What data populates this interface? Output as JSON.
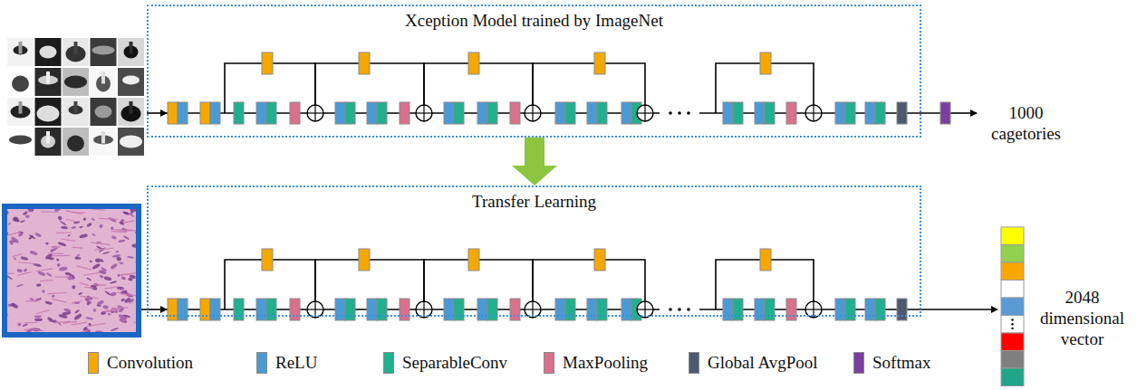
{
  "diagram": {
    "nodes": [
      {
        "text": [
          "Xception Model trained by ImageNet"
        ]
      },
      {
        "text": [
          "Transfer Learning"
        ]
      }
    ],
    "edges": [
      {
        "from": 0,
        "to": 1,
        "arrow": "to"
      }
    ],
    "labels": [
      "1000 cagetories",
      "2048 dimensional vector"
    ],
    "legend": [
      {
        "text": "Convolution",
        "color": "#f7a800"
      },
      {
        "text": "ReLU",
        "color": "#4a9ad6"
      },
      {
        "text": "SeparableConv",
        "color": "#21b08e"
      },
      {
        "text": "MaxPooling",
        "color": "#d9708c"
      },
      {
        "text": "Global AvgPool",
        "color": "#4b5a6e"
      },
      {
        "text": "Softmax",
        "color": "#7b3fa0"
      }
    ]
  }
}
